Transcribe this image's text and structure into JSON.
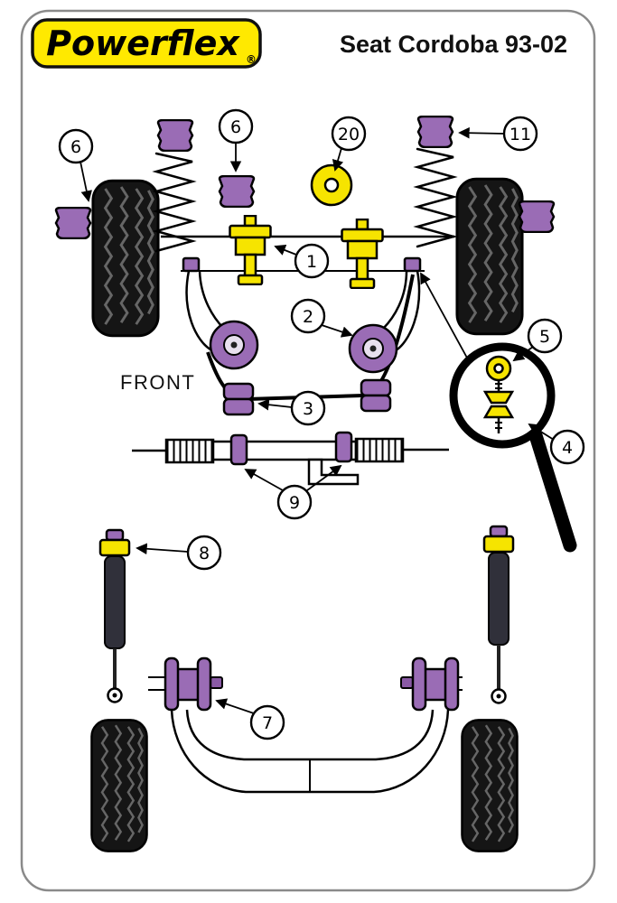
{
  "page": {
    "brand": "Powerflex",
    "registered": "®",
    "title": "Seat Cordoba 93-02",
    "front_label": "FRONT"
  },
  "callouts": {
    "front_bump_stop_left": "6",
    "front_bump_stop_mid": "6",
    "strut_top_mount": "20",
    "front_bump_stop_right": "11",
    "engine_mount": "1",
    "front_wishbone_bush": "2",
    "anti_roll_bar_bush": "3",
    "drop_link_bush": "4",
    "drop_link_washer": "5",
    "steering_rack_mount": "9",
    "rear_shock_top_mount": "8",
    "rear_beam_mount": "7"
  },
  "colors": {
    "bush_purple": "#9a6cb5",
    "part_yellow": "#f6e400",
    "logo_yellow": "#ffe900",
    "outline_black": "#000000",
    "border_gray": "#8a8a8a",
    "tire_black": "#151515",
    "shock_gray": "#30303a"
  }
}
